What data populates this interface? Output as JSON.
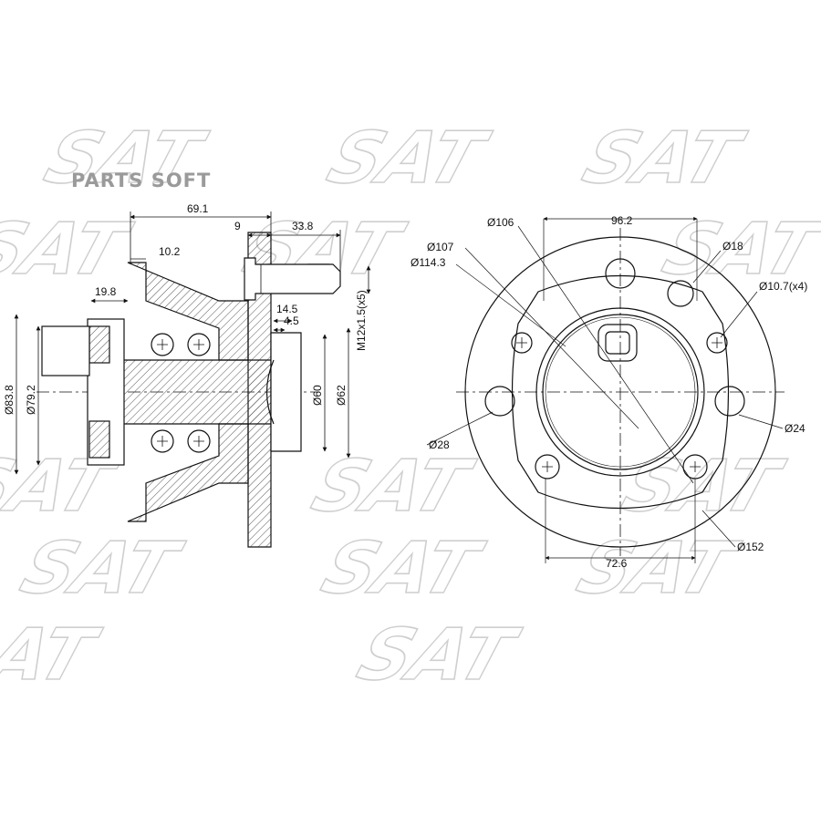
{
  "brand": "PARTS SOFT",
  "watermark": "SAT",
  "side_view_dimensions": {
    "overall_width": "69.1",
    "flange_offset": "9",
    "stud_length": "33.8",
    "hub_step": "10.2",
    "sensor_offset": "19.8",
    "inner_dim_1": "14.5",
    "inner_dim_2": "4.5",
    "stud_thread": "M12x1.5(x5)",
    "outer_diameter_1": "Ø83.8",
    "outer_diameter_2": "Ø79.2",
    "pilot_diameter_1": "Ø60",
    "pilot_diameter_2": "Ø62"
  },
  "front_view_dimensions": {
    "d106": "Ø106",
    "width_96": "96.2",
    "d107": "Ø107",
    "d114": "Ø114.3",
    "d18": "Ø18",
    "holes": "Ø10.7(x4)",
    "d24": "Ø24",
    "d28": "Ø28",
    "d152": "Ø152",
    "width_72": "72.6"
  },
  "colors": {
    "line": "#111111",
    "hatch": "#444444",
    "watermark": "#cfcfcf",
    "brand": "#9a9a9a"
  }
}
